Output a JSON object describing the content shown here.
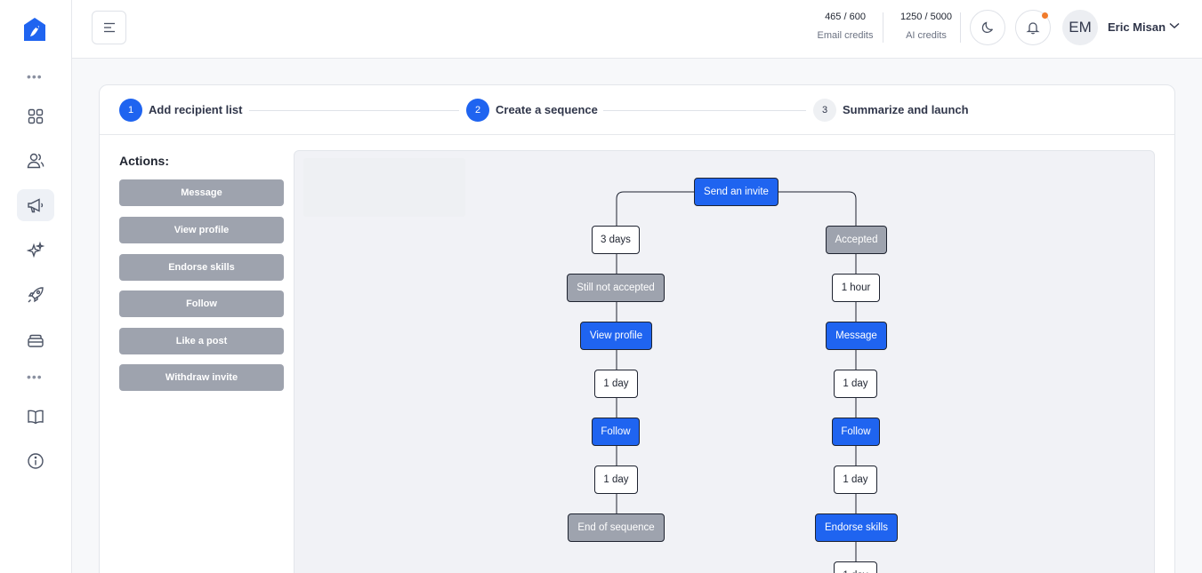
{
  "header": {
    "email_credits": {
      "value": "465 / 600",
      "label": "Email credits"
    },
    "ai_credits": {
      "value": "1250 / 5000",
      "label": "AI credits"
    },
    "user": {
      "initials": "EM",
      "name": "Eric Misan"
    }
  },
  "stepper": {
    "steps": [
      {
        "number": "1",
        "label": "Add recipient list",
        "state": "done"
      },
      {
        "number": "2",
        "label": "Create a sequence",
        "state": "active"
      },
      {
        "number": "3",
        "label": "Summarize and launch",
        "state": "pending"
      }
    ]
  },
  "actions": {
    "title": "Actions:",
    "buttons": [
      "Message",
      "View profile",
      "Endorse skills",
      "Follow",
      "Like a post",
      "Withdraw invite"
    ]
  },
  "flow": {
    "root": "Send an invite",
    "left_branch": [
      "3 days",
      "Still not accepted",
      "View profile",
      "1 day",
      "Follow",
      "1 day",
      "End of sequence"
    ],
    "right_branch": [
      "Accepted",
      "1 hour",
      "Message",
      "1 day",
      "Follow",
      "1 day",
      "Endorse skills",
      "1 day"
    ]
  },
  "colors": {
    "accent": "#1f64f0",
    "muted": "#9ea3ae",
    "notification": "#f07b2c"
  }
}
